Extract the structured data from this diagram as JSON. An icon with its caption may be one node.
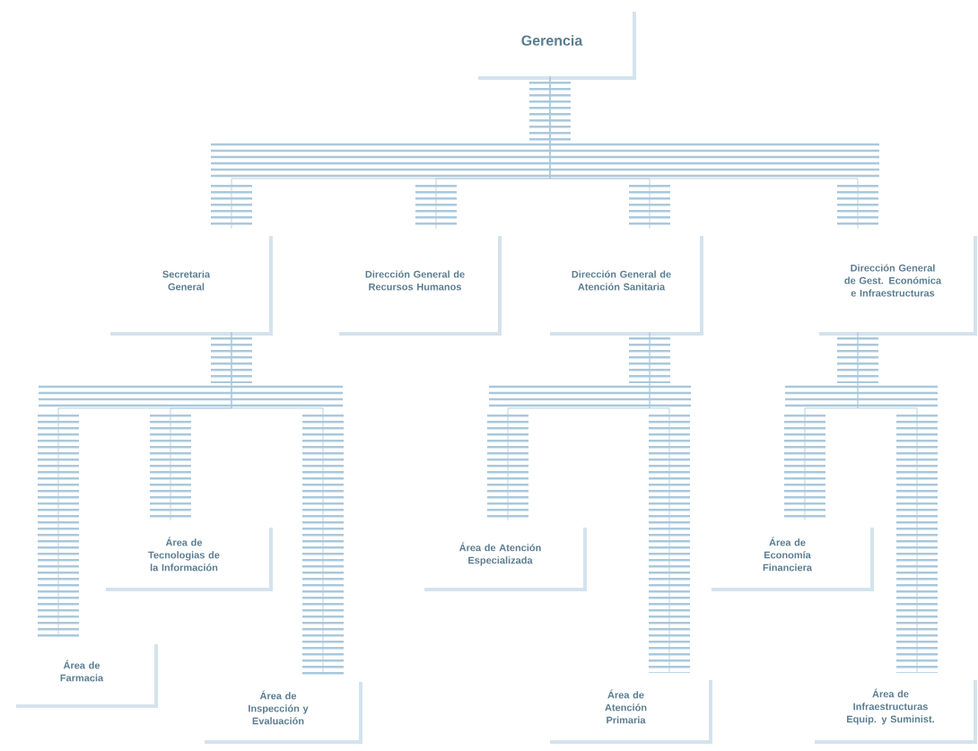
{
  "diagram": {
    "nodes": [
      {
        "text": [
          "Gerencia"
        ]
      },
      {
        "text": [
          "Secretaria General"
        ]
      },
      {
        "text": [
          "Dirección General de Recursos Humanos"
        ]
      },
      {
        "text": [
          "Dirección General de Atención Sanitaria"
        ]
      },
      {
        "text": [
          "Dirección General de Gest. Económica e Infraestructuras"
        ]
      },
      {
        "text": [
          "Área de Tecnologias de la Información"
        ]
      },
      {
        "text": [
          "Área de Atención Especializada"
        ]
      },
      {
        "text": [
          "Área de Economía Financiera"
        ]
      },
      {
        "text": [
          "Área de Farmacia"
        ]
      },
      {
        "text": [
          "Área de Inspección y Evaluación"
        ]
      },
      {
        "text": [
          "Área de Atención Primaria"
        ]
      },
      {
        "text": [
          "Área de Infraestructuras Equip. y Suminist."
        ]
      }
    ],
    "edges": [
      {
        "from": 0,
        "to": 1,
        "arrow": "none"
      },
      {
        "from": 0,
        "to": 2,
        "arrow": "none"
      },
      {
        "from": 0,
        "to": 3,
        "arrow": "none"
      },
      {
        "from": 0,
        "to": 4,
        "arrow": "none"
      },
      {
        "from": 1,
        "to": 5,
        "arrow": "none"
      },
      {
        "from": 1,
        "to": 8,
        "arrow": "none"
      },
      {
        "from": 1,
        "to": 9,
        "arrow": "none"
      },
      {
        "from": 3,
        "to": 6,
        "arrow": "none"
      },
      {
        "from": 3,
        "to": 10,
        "arrow": "none"
      },
      {
        "from": 4,
        "to": 7,
        "arrow": "none"
      },
      {
        "from": 4,
        "to": 11,
        "arrow": "none"
      }
    ]
  }
}
